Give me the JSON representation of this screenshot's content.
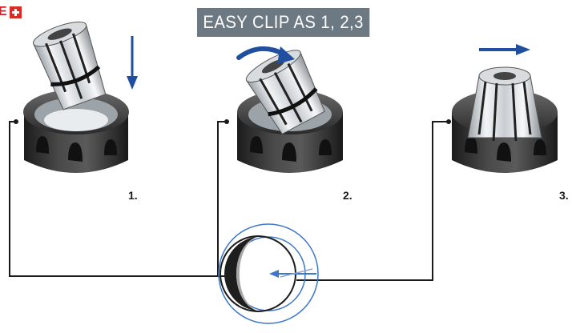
{
  "badge": {
    "text": "E",
    "flag_icon": "swiss-flag-icon",
    "flag_color": "#d62b26"
  },
  "title": "EASY CLIP AS 1, 2,3",
  "steps": [
    {
      "number": "1.",
      "action_icon": "arrow-down-icon"
    },
    {
      "number": "2.",
      "action_icon": "curved-arrow-icon"
    },
    {
      "number": "3.",
      "action_icon": "arrow-right-icon"
    }
  ],
  "colors": {
    "title_bg": "#6c7882",
    "arrow_blue": "#1f4f9e",
    "nut_dark": "#2e2e2e",
    "line": "#1b1b1b"
  }
}
